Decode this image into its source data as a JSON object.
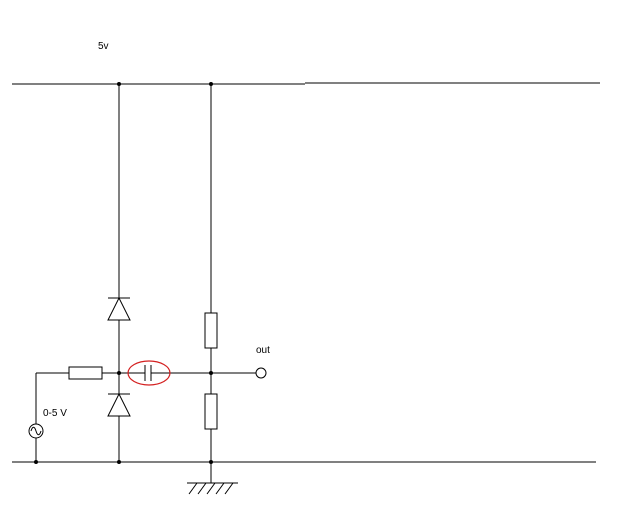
{
  "labels": {
    "supply": "5v",
    "output": "out",
    "source": "0-5 V"
  },
  "colors": {
    "wire": "#000000",
    "highlight": "#d42020",
    "background": "#ffffff"
  },
  "components": {
    "input_resistor": "resistor",
    "upper_diode": "diode",
    "lower_diode": "diode",
    "coupling_capacitor": "capacitor",
    "upper_resistor": "resistor",
    "lower_resistor": "resistor",
    "ac_source": "ac-source-icon",
    "ground": "ground-icon",
    "output_terminal": "terminal"
  }
}
